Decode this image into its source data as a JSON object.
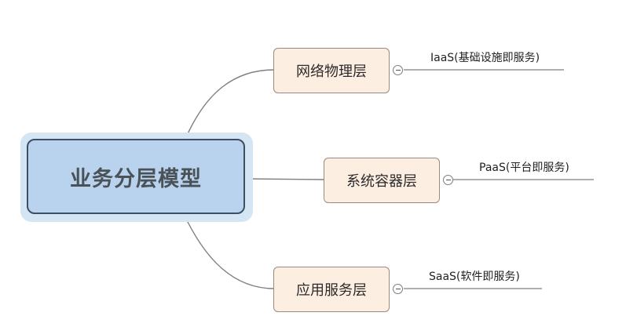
{
  "central": {
    "label": "业务分层模型"
  },
  "topics": [
    {
      "label": "网络物理层",
      "sublabel": "IaaS(基础设施即服务)"
    },
    {
      "label": "系统容器层",
      "sublabel": "PaaS(平台即服务)"
    },
    {
      "label": "应用服务层",
      "sublabel": "SaaS(软件即服务)"
    }
  ],
  "colors": {
    "central_fill": "#b9d3ee",
    "central_border": "#3c4f63",
    "topic_fill": "#fdeee2",
    "topic_border": "#9a8b7f",
    "line": "#7f7f7f"
  },
  "icons": {
    "collapse": "minus-circle-icon"
  }
}
